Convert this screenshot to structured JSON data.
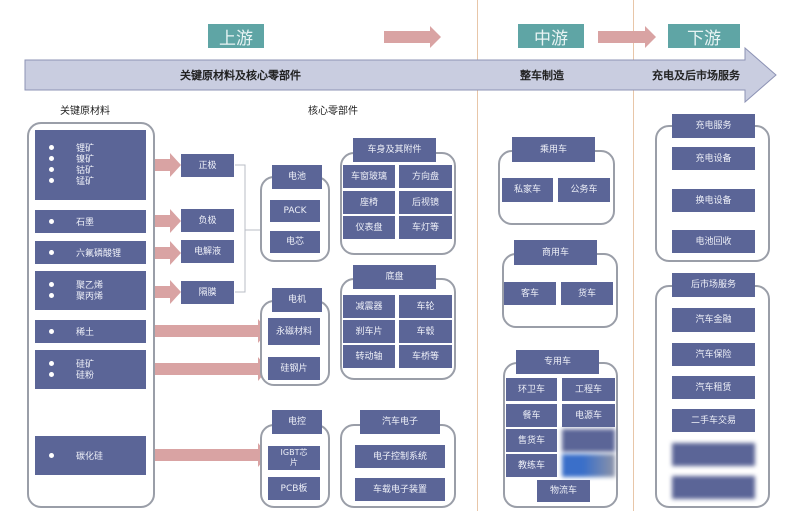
{
  "stages": {
    "upstream": "上游",
    "midstream": "中游",
    "downstream": "下游"
  },
  "main_arrow": {
    "upstream": "关键原材料及核心零部件",
    "midstream": "整车制造",
    "downstream": "充电及后市场服务"
  },
  "sections": {
    "raw_materials": "关键原材料",
    "core_parts": "核心零部件"
  },
  "raw_materials": [
    [
      "锂矿",
      "镍矿",
      "钴矿",
      "锰矿"
    ],
    [
      "石墨"
    ],
    [
      "六氟磷酸锂"
    ],
    [
      "聚乙烯",
      "聚丙烯"
    ],
    [
      "稀土"
    ],
    [
      "硅矿",
      "硅粉"
    ],
    [
      "碳化硅"
    ]
  ],
  "battery_materials": [
    "正极",
    "负极",
    "电解液",
    "隔膜"
  ],
  "battery": {
    "title": "电池",
    "items": [
      "PACK",
      "电芯"
    ]
  },
  "motor": {
    "title": "电机",
    "items": [
      "永磁材料",
      "硅钢片"
    ]
  },
  "ecu": {
    "title": "电控",
    "items": [
      "IGBT芯片",
      "PCB板"
    ]
  },
  "body": {
    "title": "车身及其附件",
    "items": [
      "车窗玻璃",
      "方向盘",
      "座椅",
      "后视镜",
      "仪表盘",
      "车灯等"
    ]
  },
  "chassis": {
    "title": "底盘",
    "items": [
      "减震器",
      "车轮",
      "刹车片",
      "车毂",
      "转动轴",
      "车桥等"
    ]
  },
  "electronics": {
    "title": "汽车电子",
    "items": [
      "电子控制系统",
      "车载电子装置"
    ]
  },
  "passenger": {
    "title": "乘用车",
    "items": [
      "私家车",
      "公务车"
    ]
  },
  "commercial": {
    "title": "商用车",
    "items": [
      "客车",
      "货车"
    ]
  },
  "special": {
    "title": "专用车",
    "items": [
      "环卫车",
      "工程车",
      "餐车",
      "电源车",
      "售货车",
      "教练车",
      "物流车"
    ]
  },
  "charging": {
    "title": "充电服务",
    "items": [
      "充电设备",
      "换电设备",
      "电池回收"
    ]
  },
  "aftermarket": {
    "title": "后市场服务",
    "items": [
      "汽车金融",
      "汽车保险",
      "汽车租赁",
      "二手车交易"
    ]
  },
  "colors": {
    "box": "#5b6597",
    "stage": "#5fa5a5",
    "arrow": "#d9a3a3",
    "main_arrow": "#c9cde0"
  }
}
